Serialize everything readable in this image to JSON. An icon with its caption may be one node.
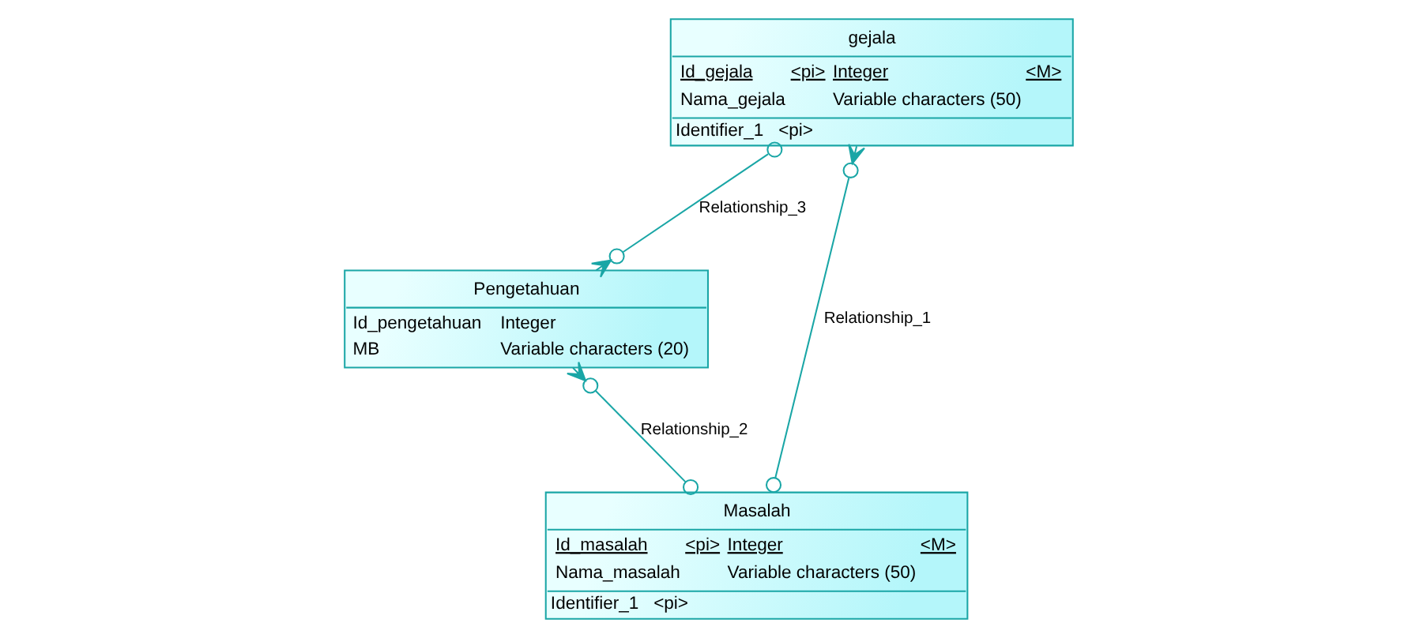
{
  "diagram": {
    "nodes": [
      {
        "text": [
          "gejala",
          "Id_gejala",
          "<pi>",
          "Integer",
          "<M>",
          "Nama_gejala",
          "Variable characters (50)",
          "Identifier_1   <pi>"
        ]
      },
      {
        "text": [
          "Pengetahuan",
          "Id_pengetahuan",
          "Integer",
          "MB",
          "Variable characters (20)"
        ]
      },
      {
        "text": [
          "Masalah",
          "Id_masalah",
          "<pi>",
          "Integer",
          "<M>",
          "Nama_masalah",
          "Variable characters (50)",
          "Identifier_1   <pi>"
        ]
      }
    ],
    "edges": [
      {
        "from": 0,
        "to": 2,
        "arrow": "other",
        "label": "Relationship_1"
      },
      {
        "from": 0,
        "to": 1,
        "arrow": "other",
        "label": "Relationship_3"
      },
      {
        "from": 1,
        "to": 2,
        "arrow": "other",
        "label": "Relationship_2"
      }
    ]
  }
}
